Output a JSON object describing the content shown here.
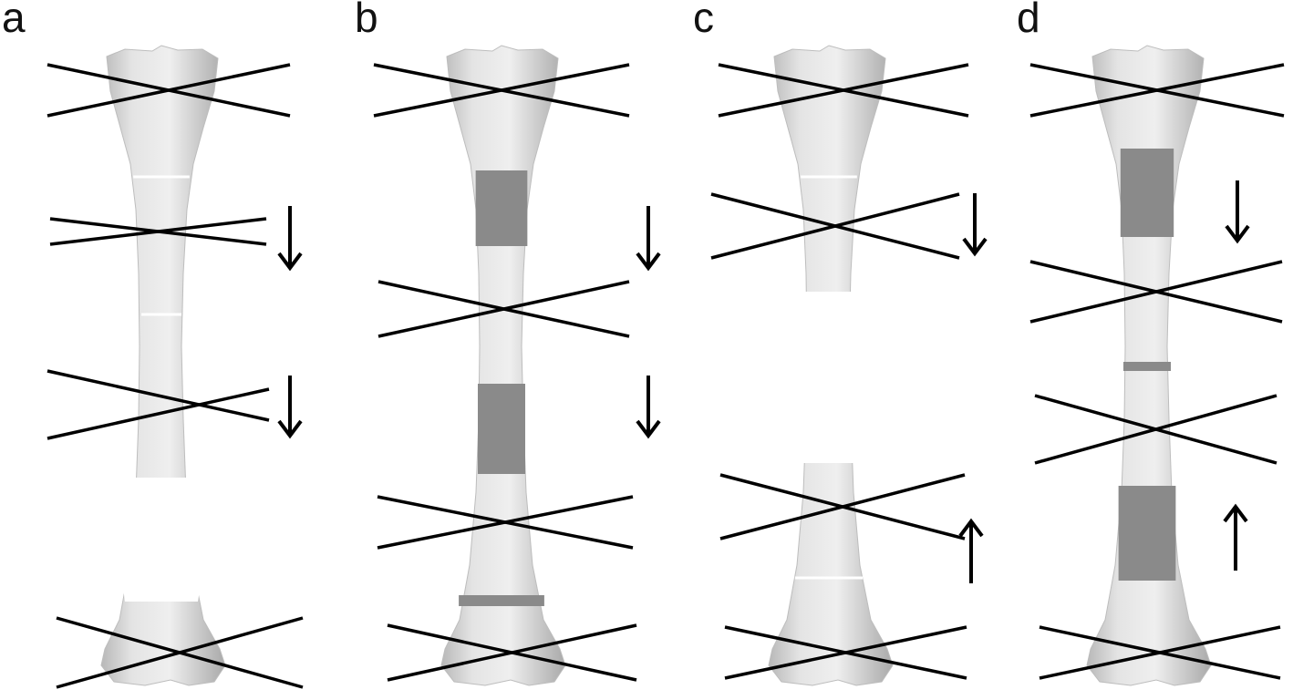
{
  "panels": [
    {
      "label": "a",
      "regenerate": [],
      "white_marks": 2,
      "gap": "distal",
      "arrows": [
        "down",
        "down"
      ],
      "pin_sets": 4
    },
    {
      "label": "b",
      "regenerate": [
        "upper",
        "middle",
        "thin-lower"
      ],
      "white_marks": 0,
      "gap": "none",
      "arrows": [
        "down",
        "down"
      ],
      "pin_sets": 4
    },
    {
      "label": "c",
      "regenerate": [],
      "white_marks": 2,
      "gap": "middle",
      "arrows": [
        "down",
        "up"
      ],
      "pin_sets": 4
    },
    {
      "label": "d",
      "regenerate": [
        "upper",
        "thin-middle",
        "lower"
      ],
      "white_marks": 0,
      "gap": "none",
      "arrows": [
        "down",
        "up"
      ],
      "pin_sets": 4
    }
  ],
  "colors": {
    "bone": "#e6e6e6",
    "bone_shadow": "#bdbdbd",
    "regenerate": "#8a8a8a",
    "pin": "#000000",
    "arrow": "#000000"
  }
}
